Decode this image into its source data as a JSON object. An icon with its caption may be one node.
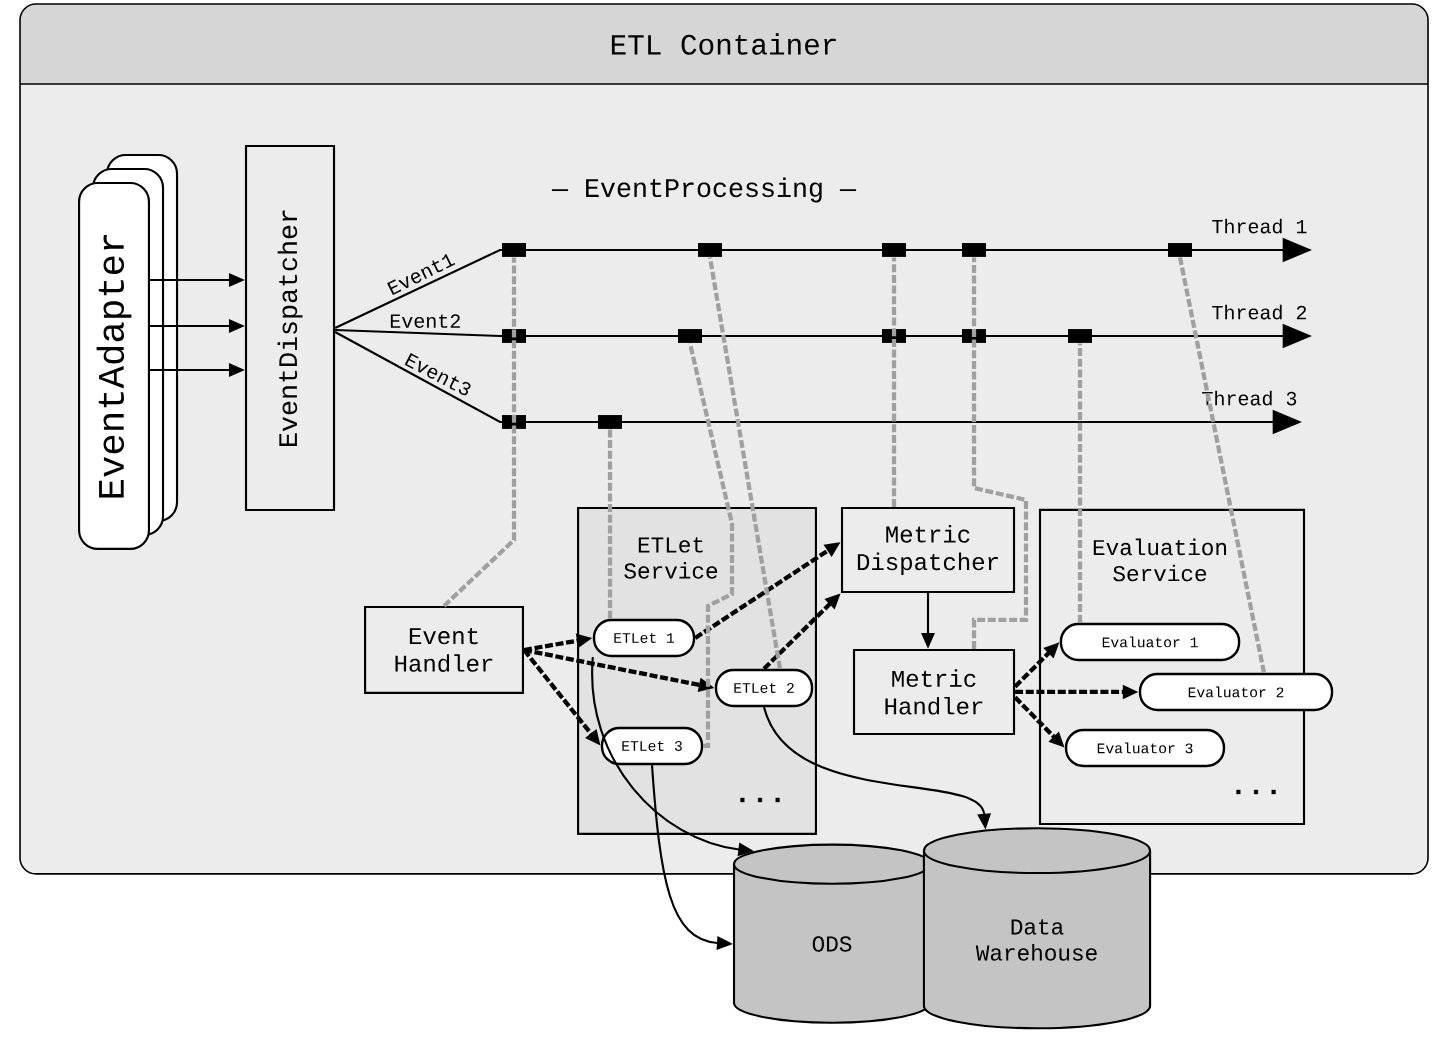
{
  "diagram": {
    "nodes": [
      {
        "text": [
          "ETL Container"
        ]
      },
      {
        "text": [
          "EventAdapter"
        ],
        "in": 0
      },
      {
        "text": [
          "EventDispatcher"
        ],
        "in": 0
      },
      {
        "text": [
          "Event Handler"
        ],
        "in": 0
      },
      {
        "text": [
          "ETLet Service"
        ],
        "in": 0
      },
      {
        "text": [
          "ETLet 1"
        ],
        "in": 4
      },
      {
        "text": [
          "ETLet 2"
        ],
        "in": 4
      },
      {
        "text": [
          "ETLet 3"
        ],
        "in": 4
      },
      {
        "text": [
          "Metric Dispatcher"
        ],
        "in": 0
      },
      {
        "text": [
          "Metric Handler"
        ],
        "in": 0
      },
      {
        "text": [
          "Evaluation Service"
        ],
        "in": 0
      },
      {
        "text": [
          "Evaluator 1"
        ],
        "in": 10
      },
      {
        "text": [
          "Evaluator 2"
        ],
        "in": 0
      },
      {
        "text": [
          "Evaluator 3"
        ],
        "in": 10
      },
      {
        "text": [
          "ODS"
        ]
      },
      {
        "text": [
          "Data Warehouse"
        ]
      },
      {
        "text": [
          "Thread 1"
        ],
        "in": 0
      },
      {
        "text": [
          "Thread 2"
        ],
        "in": 0
      },
      {
        "text": [
          "Thread 3"
        ],
        "in": 0
      },
      {
        "text": [],
        "shape": "bar",
        "in": 0
      },
      {
        "text": [],
        "shape": "bar",
        "in": 0
      },
      {
        "text": [],
        "shape": "bar",
        "in": 0
      },
      {
        "text": [],
        "shape": "bar",
        "in": 0
      },
      {
        "text": [],
        "shape": "bar",
        "in": 0
      },
      {
        "text": [],
        "shape": "bar",
        "in": 0
      },
      {
        "text": [],
        "shape": "bar",
        "in": 0
      },
      {
        "text": [],
        "shape": "bar",
        "in": 0
      },
      {
        "text": [],
        "shape": "bar",
        "in": 0
      },
      {
        "text": [],
        "shape": "bar",
        "in": 0
      },
      {
        "text": [],
        "shape": "bar",
        "in": 0
      },
      {
        "text": [],
        "shape": "bar",
        "in": 0
      }
    ],
    "edges": [
      {
        "from": 1,
        "to": 2,
        "arrow": "to"
      },
      {
        "from": 1,
        "to": 2,
        "arrow": "to"
      },
      {
        "from": 1,
        "to": 2,
        "arrow": "to"
      },
      {
        "from": 2,
        "to": 16,
        "arrow": "to",
        "label": "Event1"
      },
      {
        "from": 2,
        "to": 17,
        "arrow": "to",
        "label": "Event2"
      },
      {
        "from": 2,
        "to": 18,
        "arrow": "to",
        "label": "Event3"
      },
      {
        "from": 3,
        "to": 5,
        "arrow": "to",
        "style": "dashed"
      },
      {
        "from": 3,
        "to": 6,
        "arrow": "to",
        "style": "dashed"
      },
      {
        "from": 3,
        "to": 7,
        "arrow": "to",
        "style": "dashed"
      },
      {
        "from": 5,
        "to": 8,
        "arrow": "to",
        "style": "dashed"
      },
      {
        "from": 6,
        "to": 8,
        "arrow": "to",
        "style": "dashed"
      },
      {
        "from": 8,
        "to": 9,
        "arrow": "to"
      },
      {
        "from": 9,
        "to": 11,
        "arrow": "to",
        "style": "dashed"
      },
      {
        "from": 9,
        "to": 12,
        "arrow": "to",
        "style": "dashed"
      },
      {
        "from": 9,
        "to": 13,
        "arrow": "to",
        "style": "dashed"
      },
      {
        "from": 5,
        "to": 14,
        "arrow": "to"
      },
      {
        "from": 6,
        "to": 15,
        "arrow": "to"
      },
      {
        "from": 7,
        "to": 14,
        "arrow": "to"
      },
      {
        "from": 3,
        "to": 19,
        "arrow": "none",
        "style": "dashed",
        "color": "#a0a0a0"
      },
      {
        "from": 3,
        "to": 24,
        "arrow": "none",
        "style": "dashed",
        "color": "#a0a0a0"
      },
      {
        "from": 3,
        "to": 29,
        "arrow": "none",
        "style": "dashed",
        "color": "#a0a0a0"
      },
      {
        "from": 5,
        "to": 30,
        "arrow": "none",
        "style": "dashed",
        "color": "#a0a0a0"
      },
      {
        "from": 7,
        "to": 25,
        "arrow": "none",
        "style": "dashed",
        "color": "#a0a0a0"
      },
      {
        "from": 6,
        "to": 20,
        "arrow": "none",
        "style": "dashed",
        "color": "#a0a0a0"
      },
      {
        "from": 8,
        "to": 21,
        "arrow": "none",
        "style": "dashed",
        "color": "#a0a0a0"
      },
      {
        "from": 8,
        "to": 26,
        "arrow": "none",
        "style": "dashed",
        "color": "#a0a0a0"
      },
      {
        "from": 9,
        "to": 22,
        "arrow": "none",
        "style": "dashed",
        "color": "#a0a0a0"
      },
      {
        "from": 9,
        "to": 27,
        "arrow": "none",
        "style": "dashed",
        "color": "#a0a0a0"
      },
      {
        "from": 11,
        "to": 28,
        "arrow": "none",
        "style": "dashed",
        "color": "#a0a0a0"
      },
      {
        "from": 12,
        "to": 23,
        "arrow": "none",
        "style": "dashed",
        "color": "#a0a0a0"
      }
    ],
    "labels": [
      "— EventProcessing —",
      "...",
      "..."
    ]
  }
}
